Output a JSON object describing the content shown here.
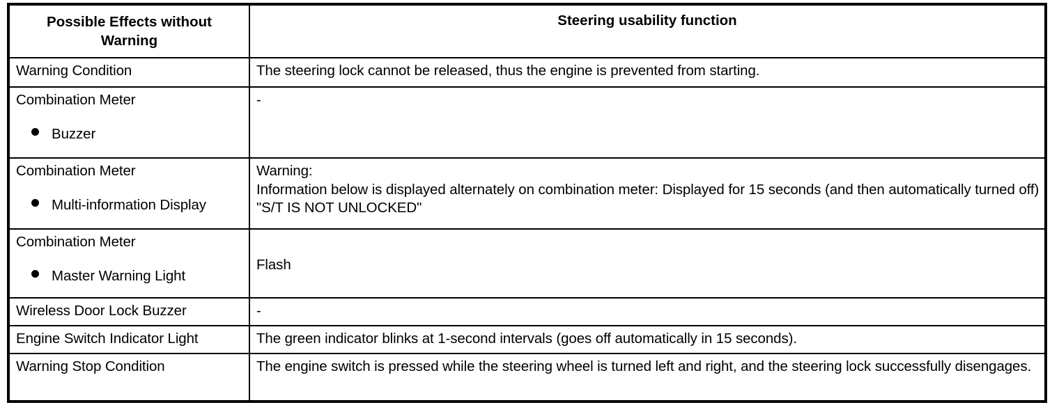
{
  "table": {
    "header": {
      "col1": "Possible Effects without Warning",
      "col1_line1": "Possible Effects without",
      "col1_line2": "Warning",
      "col2": "Steering usability function"
    },
    "rows": [
      {
        "label": "Warning Condition",
        "bullet": null,
        "value": "The steering lock cannot be released, thus the engine is prevented from starting."
      },
      {
        "label": "Combination Meter",
        "bullet": "Buzzer",
        "value": "-"
      },
      {
        "label": "Combination Meter",
        "bullet": "Multi-information Display",
        "value_line1": "Warning:",
        "value_line2": "Information below is displayed alternately on combination meter: Displayed for 15 seconds (and then automatically turned off) \"S/T IS NOT UNLOCKED\""
      },
      {
        "label": "Combination Meter",
        "bullet": "Master Warning Light",
        "value": "Flash"
      },
      {
        "label": "Wireless Door Lock Buzzer",
        "bullet": null,
        "value": "-"
      },
      {
        "label": "Engine Switch Indicator Light",
        "bullet": null,
        "value": "The green indicator blinks at 1-second intervals (goes off automatically in 15 seconds)."
      },
      {
        "label": "Warning Stop Condition",
        "bullet": null,
        "value": "The engine switch is pressed while the steering wheel is turned left and right, and the steering lock successfully disengages."
      }
    ]
  },
  "colors": {
    "border": "#000000",
    "text": "#000000",
    "background": "#ffffff"
  }
}
